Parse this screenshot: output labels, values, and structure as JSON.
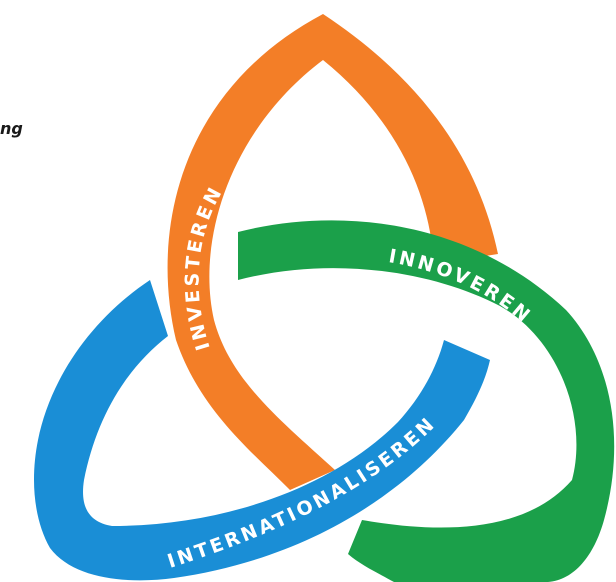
{
  "fragment_text": "ng",
  "bands": {
    "investeren": {
      "label": "INVESTEREN",
      "color": "#F37E27"
    },
    "innoveren": {
      "label": "INNOVEREN",
      "color": "#1BA04A"
    },
    "internationaliseren": {
      "label": "INTERNATIONALISEREN",
      "color": "#1A8ED6"
    }
  }
}
